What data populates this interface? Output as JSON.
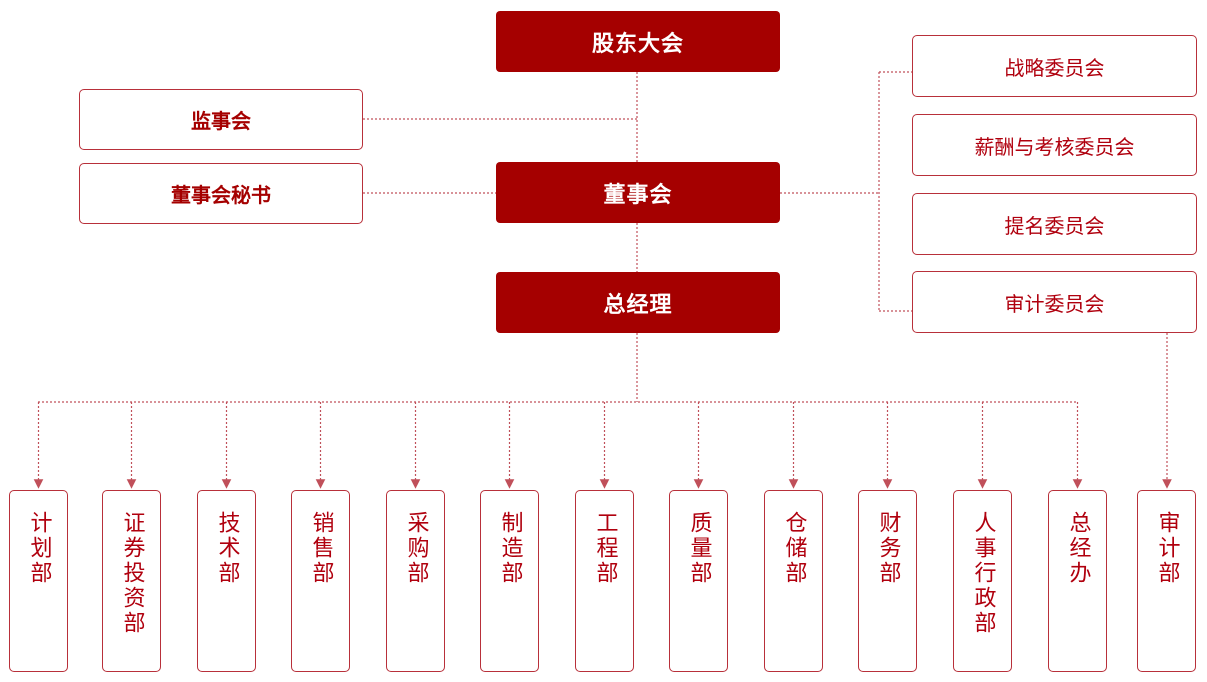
{
  "colors": {
    "primary": "#a50000",
    "border": "#b8303a",
    "line": "#c0505a"
  },
  "top": {
    "shareholders": "股东大会",
    "board": "董事会",
    "gm": "总经理"
  },
  "left": {
    "supervisors": "监事会",
    "secretary": "董事会秘书"
  },
  "committees": [
    "战略委员会",
    "薪酬与考核委员会",
    "提名委员会",
    "审计委员会"
  ],
  "departments": [
    "计划部",
    "证券投资部",
    "技术部",
    "销售部",
    "采购部",
    "制造部",
    "工程部",
    "质量部",
    "仓储部",
    "财务部",
    "人事行政部",
    "总经办",
    "审计部"
  ]
}
